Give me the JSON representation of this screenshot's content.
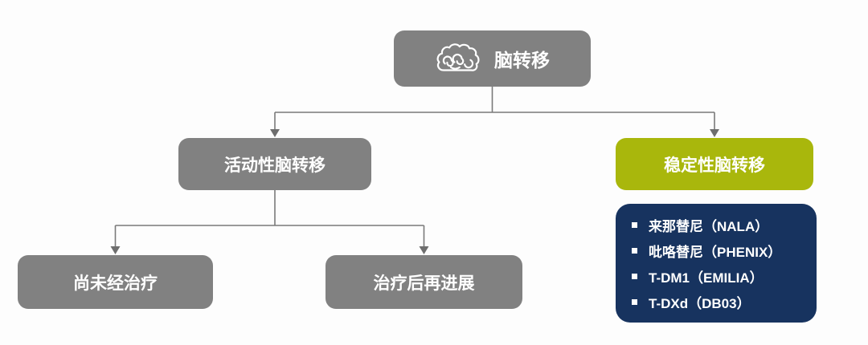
{
  "palette": {
    "node_gray": "#818181",
    "node_green": "#a9b70c",
    "panel_navy": "#17335f",
    "connector_line": "#7a7a7a",
    "text_white": "#ffffff",
    "background": "#fdfdfd"
  },
  "diagram": {
    "root": {
      "label": "脑转移",
      "icon": "brain-icon"
    },
    "level1": {
      "active": {
        "label": "活动性脑转移"
      },
      "stable": {
        "label": "稳定性脑转移"
      }
    },
    "level2": {
      "untreated": {
        "label": "尚未经治疗"
      },
      "progressed": {
        "label": "治疗后再进展"
      }
    },
    "stable_trials": {
      "items": [
        "来那替尼（NALA）",
        "吡咯替尼（PHENIX）",
        "T-DM1（EMILIA）",
        "T-DXd（DB03）"
      ]
    }
  }
}
